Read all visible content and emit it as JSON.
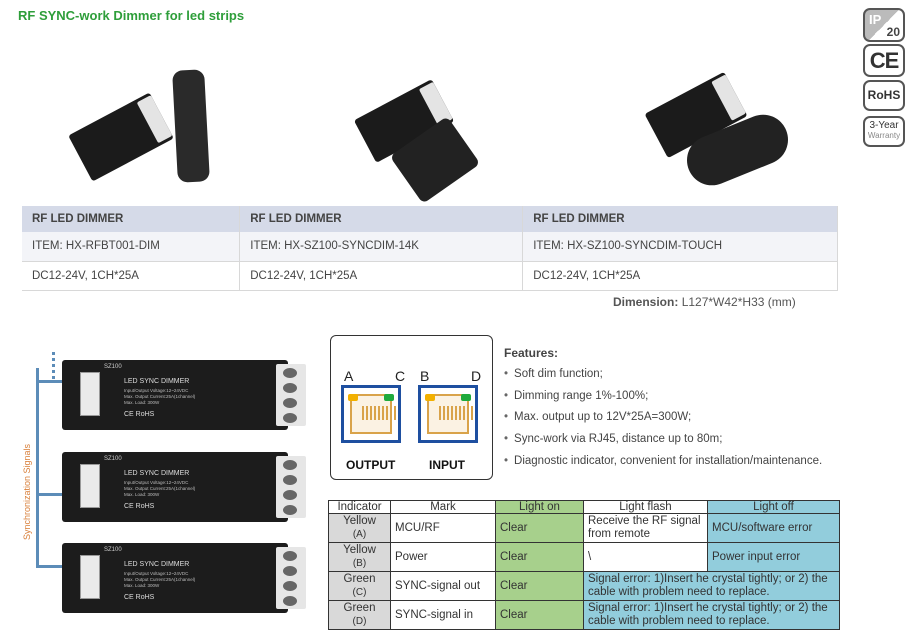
{
  "title": "RF SYNC-work Dimmer for led strips",
  "certifications": {
    "ip": "IP",
    "ip_rating": "20",
    "ce": "CE",
    "rohs": "RoHS",
    "warranty_years": "3-Year",
    "warranty_word": "Warranty"
  },
  "products": [
    {
      "name": "RF LED DIMMER",
      "item": "ITEM: HX-RFBT001-DIM",
      "spec": "DC12-24V, 1CH*25A"
    },
    {
      "name": "RF LED DIMMER",
      "item": "ITEM: HX-SZ100-SYNCDIM-14K",
      "spec": "DC12-24V, 1CH*25A"
    },
    {
      "name": "RF LED DIMMER",
      "item": "ITEM: HX-SZ100-SYNCDIM-TOUCH",
      "spec": "DC12-24V, 1CH*25A"
    }
  ],
  "dimension": {
    "label": "Dimension:",
    "value": "L127*W42*H33 (mm)"
  },
  "diagram": {
    "signal_label": "Synchronization Signals",
    "unit_label": "SZ100",
    "unit_model": "LED SYNC DIMMER",
    "unit_specs": [
      "Input/Output Voltage:12~24VDC",
      "Max. Output Current:25A(1channel)",
      "Max. Load: 300W"
    ],
    "unit_logos": "CE RoHS"
  },
  "rj45": {
    "letters": [
      "A",
      "C",
      "B",
      "D"
    ],
    "output": "OUTPUT",
    "input": "INPUT",
    "led_colors": {
      "yellow": "#f2b000",
      "green": "#1faa3c"
    }
  },
  "features": {
    "title": "Features:",
    "items": [
      "Soft dim function;",
      "Dimming range 1%-100%;",
      "Max. output up to 12V*25A=300W;",
      "Sync-work via RJ45, distance up to 80m;",
      "Diagnostic indicator, convenient for installation/maintenance."
    ]
  },
  "indicator_table": {
    "headers": [
      "Indicator",
      "Mark",
      "Light on",
      "Light flash",
      "Light off"
    ],
    "rows": [
      {
        "indicator": "Yellow",
        "code": "(A)",
        "mark": "MCU/RF",
        "on": "Clear",
        "flash": "Receive the RF signal from remote",
        "off": "MCU/software error"
      },
      {
        "indicator": "Yellow",
        "code": "(B)",
        "mark": "Power",
        "on": "Clear",
        "flash": "\\",
        "off": "Power input error"
      },
      {
        "indicator": "Green",
        "code": "(C)",
        "mark": "SYNC-signal out",
        "on": "Clear",
        "flash": "Signal error: 1)Insert he crystal tightly; or 2) the cable with problem need to replace."
      },
      {
        "indicator": "Green",
        "code": "(D)",
        "mark": "SYNC-signal in",
        "on": "Clear",
        "flash": "Signal error: 1)Insert he crystal tightly; or 2) the cable with problem need to replace."
      }
    ]
  }
}
